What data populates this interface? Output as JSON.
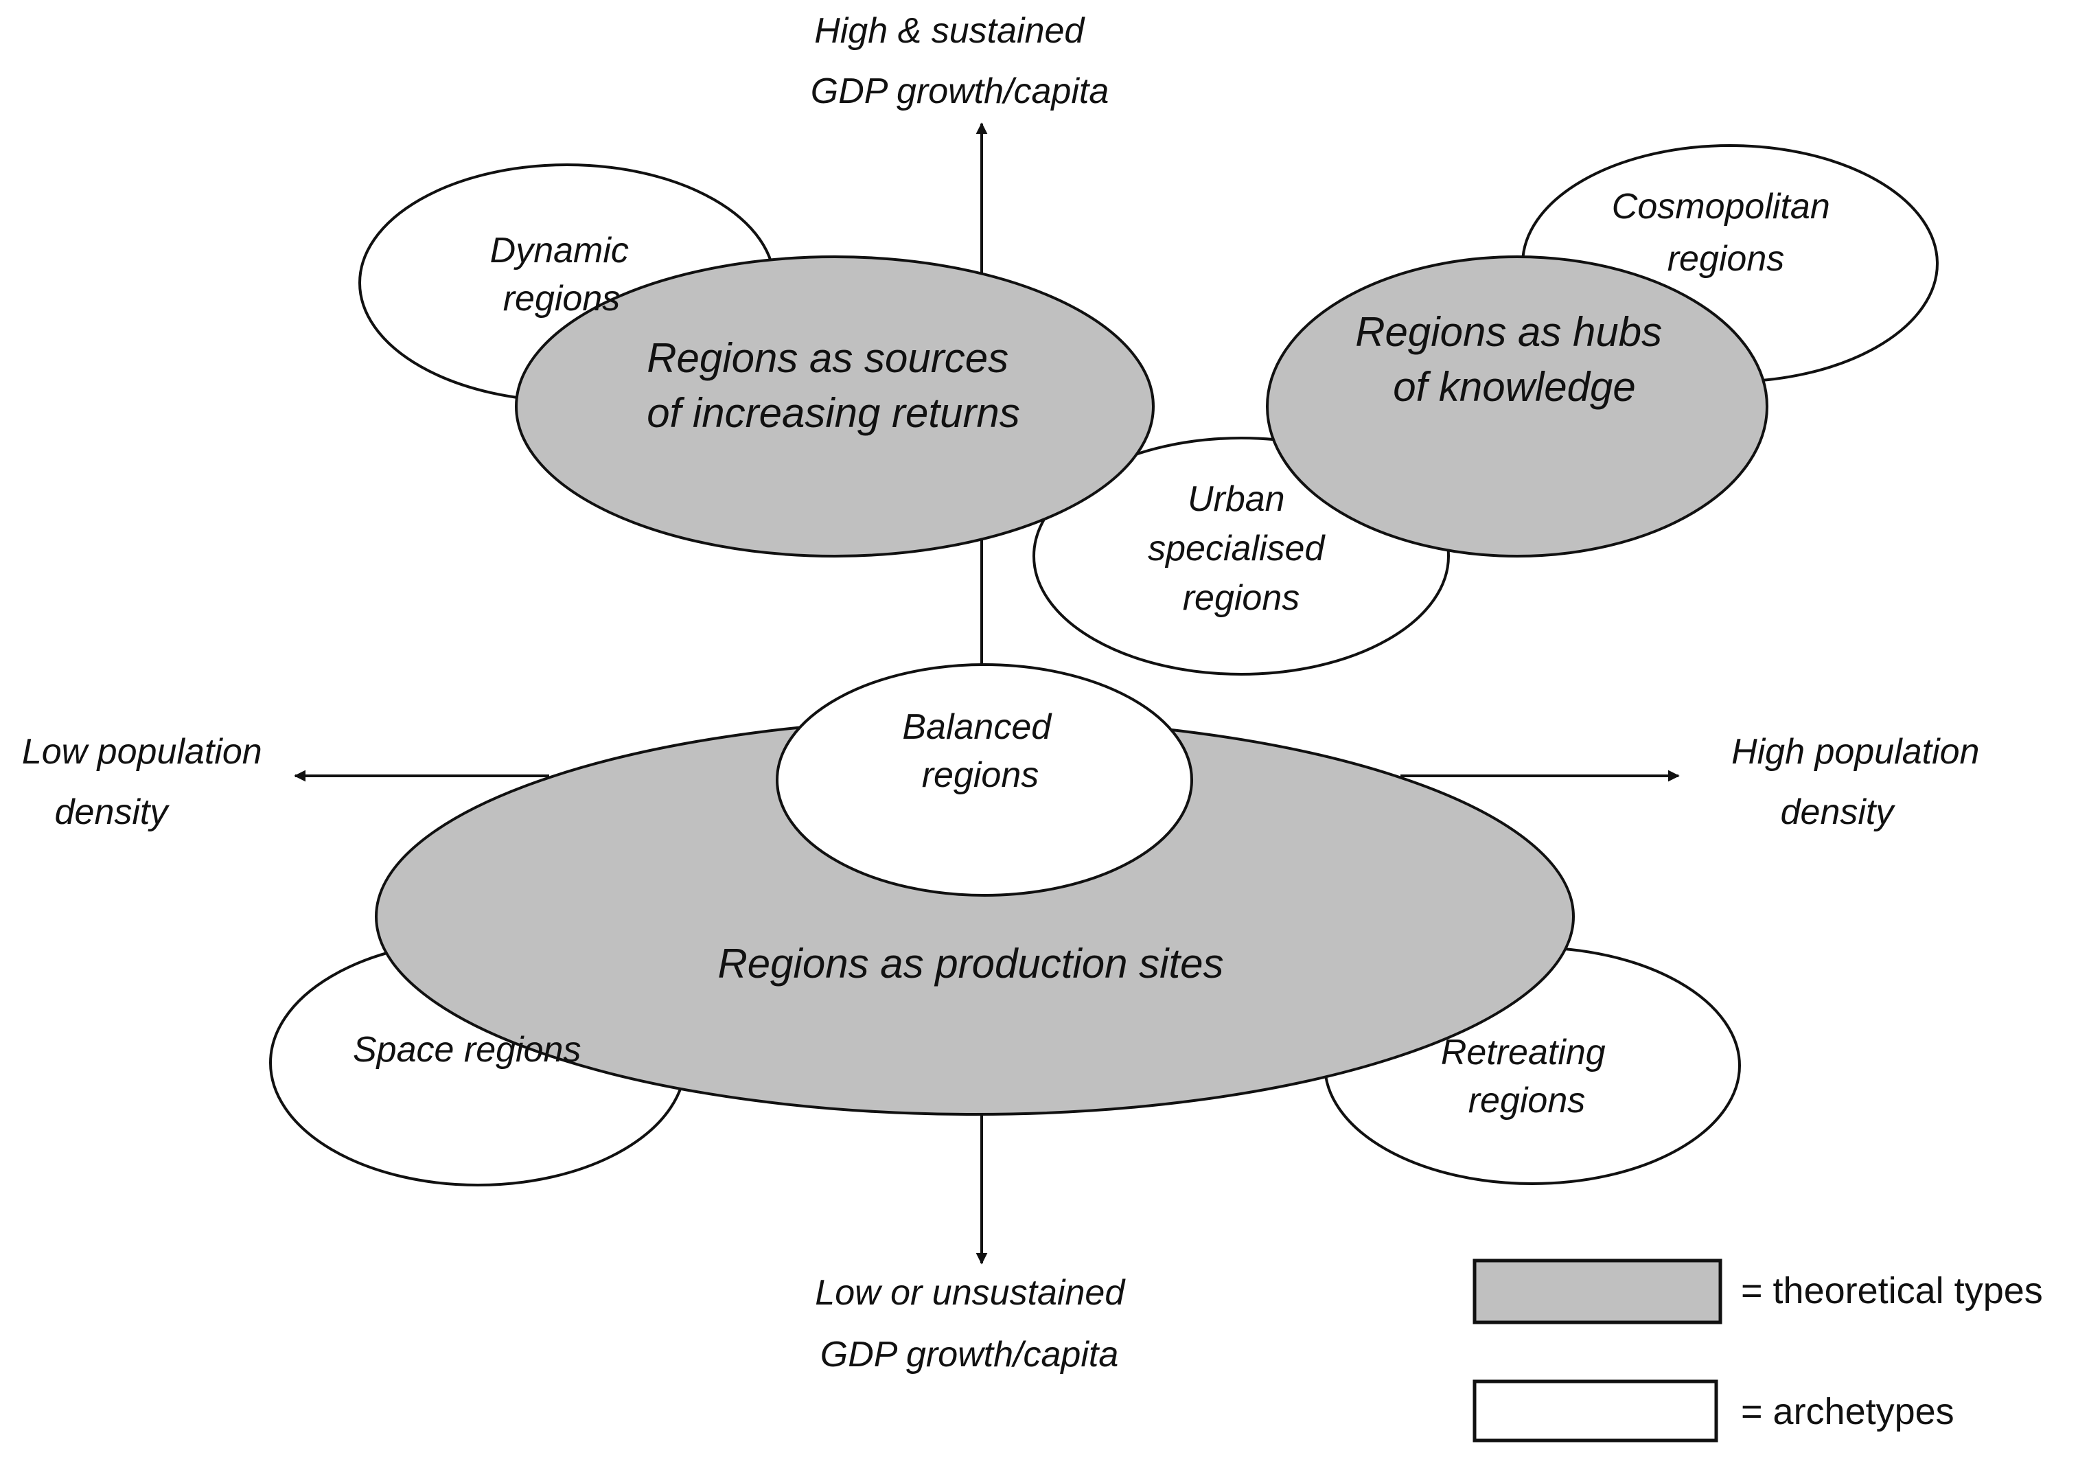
{
  "colors": {
    "theoretical_fill": "#c0c0c0",
    "archetype_fill": "#ffffff",
    "stroke": "#111111"
  },
  "axes": {
    "top": [
      "High & sustained",
      "GDP growth/capita"
    ],
    "bottom": [
      "Low or unsustained",
      "GDP growth/capita"
    ],
    "left": [
      "Low population",
      "density"
    ],
    "right": [
      "High population",
      "density"
    ]
  },
  "archetypes": {
    "dynamic": [
      "Dynamic",
      "regions"
    ],
    "cosmopolitan": [
      "Cosmopolitan",
      "regions"
    ],
    "urban": [
      "Urban",
      "specialised",
      "regions"
    ],
    "balanced": [
      "Balanced",
      "regions"
    ],
    "space": [
      "Space regions"
    ],
    "retreating": [
      "Retreating",
      "regions"
    ]
  },
  "theoretical": {
    "increasing_returns": [
      "Regions as sources",
      "of increasing returns"
    ],
    "hubs": [
      "Regions as hubs",
      "of knowledge"
    ],
    "production": [
      "Regions as production sites"
    ]
  },
  "legend": {
    "theoretical": "=  theoretical types",
    "archetypes": "= archetypes"
  }
}
